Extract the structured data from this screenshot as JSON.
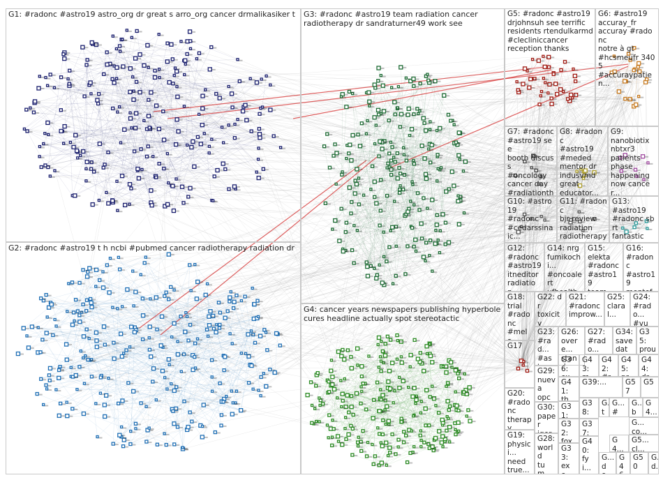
{
  "groups": [
    {
      "id": "G1",
      "label": "G1: #radonc #astro19 astro_org dr great s arro_org cancer drmalikasiker t",
      "color": "#1a1f6e"
    },
    {
      "id": "G2",
      "label": "G2: #radonc #astro19 t h ncbi #pubmed cancer radiotherapy radiation dr",
      "color": "#1f6fb5"
    },
    {
      "id": "G3",
      "label": "G3: #radonc #astro19 team radiation cancer\nradiotherapy dr sandraturner49 work see",
      "color": "#1d6b34"
    },
    {
      "id": "G4",
      "label": "G4: cancer years newspapers publishing hyperbole\ncures headline actually spot stereotactic",
      "color": "#2a8a22"
    },
    {
      "id": "G5",
      "label": "G5: #radonc #astro19\ndrjohnsuh see terrific\nresidents rtendulkarmd\n#clecliniccancer\nreception thanks",
      "color": "#a01a12"
    },
    {
      "id": "G6",
      "label": "G6: #astro19\naccuray_fr\naccuray #radonc\nnotre à gt\n#hcsmeufr 3405\n#accuraypatien...",
      "color": "#c87a1e"
    },
    {
      "id": "G7",
      "label": "G7: #radonc\n#astro19 see\nbooth discuss\n#oncology\ncancer day\n#radiationthe...\ns",
      "color": "#444444"
    },
    {
      "id": "G8",
      "label": "G8: #radonc\n#astro19\n#meded\nmentor dr\nindusvmd\ngreat\neducator...",
      "color": "#b0a02a"
    },
    {
      "id": "G9",
      "label": "G9:\nnanobiotix\nnbtxr3\npatients\nphase\nhappening\nnow cancer...",
      "color": "#a04aa0"
    },
    {
      "id": "G10",
      "label": "G10: #astro19\n#radonc\n#cedarssinaic...\ndr cancer\n#cedarssinai...",
      "color": "#555555"
    },
    {
      "id": "G11",
      "label": "G11: #radonc\nbjr review\nradiation\nradiotherapy\nread...",
      "color": "#555555"
    },
    {
      "id": "G13",
      "label": "G13:\n#astro19\n#radonc sbrt\nfantastic\nwonderful...",
      "color": "#2a9a9a"
    },
    {
      "id": "G12",
      "label": "G12:\n#radonc\n#astro19\nitneditor\nradiation...",
      "color": "#555555"
    },
    {
      "id": "G14",
      "label": "G14: nrg\nfumikochi...\n#oncoalert\nufhealthc...\ndr...",
      "color": "#555555"
    },
    {
      "id": "G15",
      "label": "G15:\nelekta\n#radonc\n#astro19\nteam...",
      "color": "#555555"
    },
    {
      "id": "G16",
      "label": "G16:\n#radonc\n#astro19\nmontefi...\neinstein...",
      "color": "#555555"
    },
    {
      "id": "G18",
      "label": "G18:\ntrial\n#radonc\n#mela...\nmelan...",
      "color": "#555555"
    },
    {
      "id": "G22",
      "label": "G22: dr\ntoxicity\npts...",
      "color": "#555555"
    },
    {
      "id": "G21",
      "label": "G21:\n#radonc\nimprow...",
      "color": "#555555"
    },
    {
      "id": "G25",
      "label": "G25:\nclaral...",
      "color": "#555555"
    },
    {
      "id": "G24",
      "label": "G24:\n#rado...\n#vum...",
      "color": "#555555"
    },
    {
      "id": "G17",
      "label": "G17",
      "color": "#a01a12"
    },
    {
      "id": "G23",
      "label": "G23:\n#rad...\n#ast...\n#me...",
      "color": "#555555"
    },
    {
      "id": "G26",
      "label": "G26:\novere...\nstand...\nimmu...",
      "color": "#555555"
    },
    {
      "id": "G27",
      "label": "G27:\n#rado...\n#astr...\n#rad...",
      "color": "#555555"
    },
    {
      "id": "G34",
      "label": "G34:\nsave\ndate...\ndavi...",
      "color": "#555555"
    },
    {
      "id": "G35",
      "label": "G35:\nproud\ndavi...\ndr...",
      "color": "#555555"
    },
    {
      "id": "G36",
      "label": "G36:\nexc...\nedit...",
      "color": "#555555"
    },
    {
      "id": "G43",
      "label": "G43:\nmd...",
      "color": "#555555"
    },
    {
      "id": "G42",
      "label": "G42:\n#ra...",
      "color": "#555555"
    },
    {
      "id": "G45",
      "label": "G45:\npre...",
      "color": "#555555"
    },
    {
      "id": "G44",
      "label": "G44:\ndr...",
      "color": "#555555"
    },
    {
      "id": "G29",
      "label": "G29:\nnueva\nopci...",
      "color": "#555555"
    },
    {
      "id": "G41",
      "label": "G41:\nthe...",
      "color": "#555555"
    },
    {
      "id": "G39",
      "label": "G39:...",
      "color": "#555555"
    },
    {
      "id": "G57",
      "label": "G57",
      "color": "#555555"
    },
    {
      "id": "G5x",
      "label": "G5",
      "color": "#555555"
    },
    {
      "id": "G20",
      "label": "G20:\n#radonc\ntherapy\nlocally...",
      "color": "#555555"
    },
    {
      "id": "G31",
      "label": "G31:\n#ra...",
      "color": "#555555"
    },
    {
      "id": "G30",
      "label": "G30:\npaper\njgeri...",
      "color": "#555555"
    },
    {
      "id": "G38",
      "label": "G38:\nage...",
      "color": "#555555"
    },
    {
      "id": "G32",
      "label": "G32:\nfox\ncha...",
      "color": "#555555"
    },
    {
      "id": "G37",
      "label": "G37:\nnh...",
      "color": "#555555"
    },
    {
      "id": "G19",
      "label": "G19:\nphysici...\nneed\ntrue...",
      "color": "#555555"
    },
    {
      "id": "G28",
      "label": "G28:\nworld\ntum...",
      "color": "#555555"
    },
    {
      "id": "G33",
      "label": "G33:\nexc...\ntopi...",
      "color": "#555555"
    },
    {
      "id": "G40",
      "label": "G40:\nfyi...",
      "color": "#555555"
    },
    {
      "id": "Ga1",
      "label": "G...\ntw...",
      "color": "#555555"
    },
    {
      "id": "Ga2",
      "label": "G...\n#a...",
      "color": "#555555"
    },
    {
      "id": "Ga3",
      "label": "G...\nbi...",
      "color": "#555555"
    },
    {
      "id": "Ga4",
      "label": "G4...\ns...",
      "color": "#555555"
    },
    {
      "id": "Ga5",
      "label": "G...\nco...",
      "color": "#555555"
    },
    {
      "id": "Ga6",
      "label": "G4...\nstu...",
      "color": "#555555"
    },
    {
      "id": "Ga7",
      "label": "G5...\ncl...",
      "color": "#555555"
    },
    {
      "id": "Ga8",
      "label": "G...\ndo...",
      "color": "#555555"
    },
    {
      "id": "G46",
      "label": "G46",
      "color": "#555555"
    },
    {
      "id": "G50",
      "label": "G50",
      "color": "#555555"
    },
    {
      "id": "Ga9",
      "label": "G...\nd...",
      "color": "#555555"
    }
  ]
}
